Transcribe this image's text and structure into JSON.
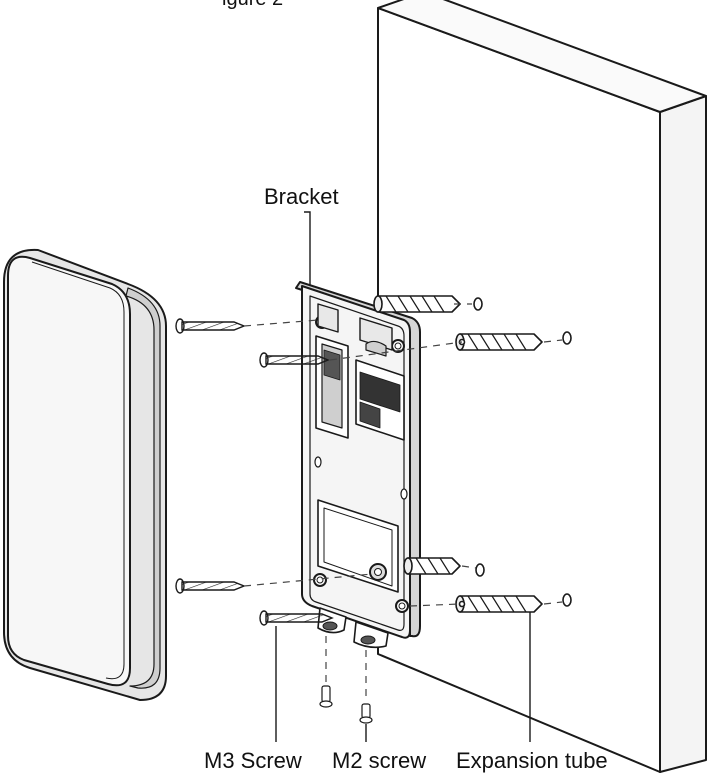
{
  "figure": {
    "caption_fragment": "igure 2"
  },
  "labels": {
    "bracket": "Bracket",
    "m3_screw": "M3 Screw",
    "m2_screw": "M2 screw",
    "expansion_tube": "Expansion tube"
  },
  "parts": [
    {
      "id": "wall",
      "icon": "wall-panel"
    },
    {
      "id": "device",
      "icon": "device-body"
    },
    {
      "id": "bracket",
      "icon": "mounting-bracket"
    },
    {
      "id": "expansion-tubes",
      "count": 4,
      "icon": "expansion-anchor"
    },
    {
      "id": "mounting-screws",
      "count": 3,
      "icon": "wood-screw"
    },
    {
      "id": "m3-screw",
      "count": 1,
      "icon": "screw"
    },
    {
      "id": "m2-screw",
      "count": 2,
      "icon": "small-screw"
    }
  ],
  "colors": {
    "line": "#1a1a1a",
    "background": "#ffffff",
    "fill_light": "#f2f2f2",
    "fill_mid": "#d9d9d9"
  }
}
